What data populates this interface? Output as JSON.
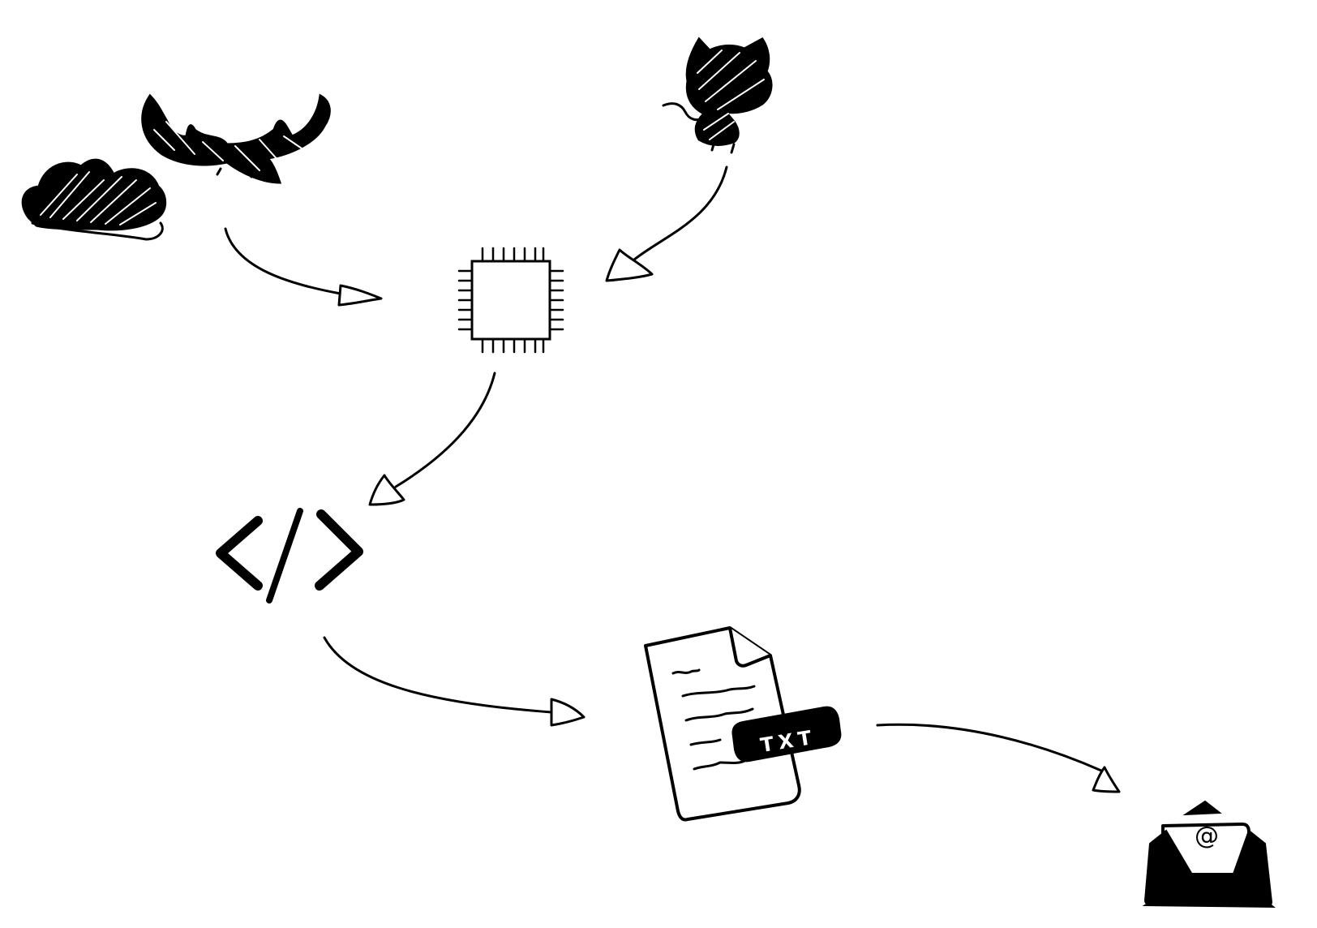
{
  "diagram": {
    "nodes": [
      {
        "id": "cloud",
        "icon": "cloud-icon"
      },
      {
        "id": "gnu",
        "icon": "gnu-icon"
      },
      {
        "id": "github",
        "icon": "octocat-icon"
      },
      {
        "id": "chip",
        "icon": "microchip-icon"
      },
      {
        "id": "code",
        "icon": "code-brackets-icon"
      },
      {
        "id": "txt-file",
        "icon": "txt-file-icon",
        "badge": "TXT"
      },
      {
        "id": "email",
        "icon": "email-envelope-icon",
        "symbol": "@"
      }
    ],
    "edges": [
      {
        "from": "gnu",
        "to": "chip"
      },
      {
        "from": "github",
        "to": "chip"
      },
      {
        "from": "chip",
        "to": "code"
      },
      {
        "from": "code",
        "to": "txt-file"
      },
      {
        "from": "txt-file",
        "to": "email"
      }
    ],
    "colors": {
      "ink": "#000000",
      "background": "#ffffff"
    }
  }
}
